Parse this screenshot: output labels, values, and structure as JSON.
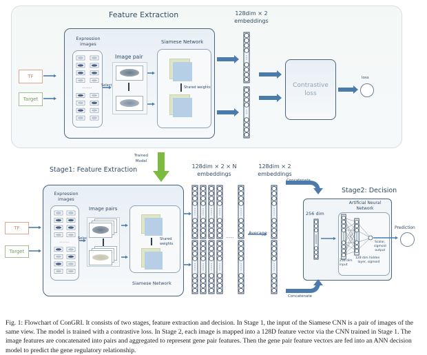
{
  "training": {
    "title": "Feature Extraction",
    "expression_images": "Expression\nimages",
    "image_pair": "Image pair",
    "siamese": "Siamese Network",
    "shared_weights": "Shared weights",
    "select": "Select",
    "embeddings_line1": "128dim × 2",
    "embeddings_line2": "embeddings",
    "contrastive_loss_line1": "Contrastive",
    "contrastive_loss_line2": "loss",
    "loss": "loss",
    "tf": "TF",
    "target": "Target"
  },
  "trained_model": "Trained\nModel",
  "stage1": {
    "title": "Stage1: Feature Extraction",
    "expression_images": "Expression\nimages",
    "image_pairs": "Image pairs",
    "siamese": "Siamese Network",
    "shared_weights": "Shared\nweights",
    "select": "Select",
    "tf": "TF",
    "target": "Target",
    "embN_line1": "128dim × 2 × N",
    "embN_line2": "embeddings",
    "emb2_line1": "128dim × 2",
    "emb2_line2": "embeddings",
    "average": "Average",
    "dots": "......"
  },
  "stage2": {
    "title": "Stage2: Decision",
    "concatenate_top": "Concatenate",
    "concatenate_bottom": "Concatenate",
    "ann_line1": "Artificial Neural",
    "ann_line2": "Network",
    "dim256": "256 dim",
    "input_label": "256 dim\ninput",
    "hidden_label": "128 dim hidden\nlayer, sigmoid",
    "output_label": "Scalar,\nsigmoid\noutput",
    "prediction": "Prediction"
  },
  "colors": {
    "arrow": "#4a7bab",
    "green_arrow": "#7cbb3f",
    "tf_border": "#e0a58a",
    "target_border": "#9cc08e",
    "square_front": "#b6cfe6",
    "square_back": "#dfe6c6"
  },
  "caption": "Fig. 1: Flowchart of ConGRI. It consists of two stages, feature extraction and decision. In Stage 1, the input of the Siamese CNN is a pair of images of the same view. The model is trained with a contrastive loss. In Stage 2, each image is mapped into a 128D feature vector via the CNN trained in Stage 1. The image features are concatenated into pairs and aggregated to represent gene pair features. Then the gene pair feature vectors are fed into an ANN decision model to predict the gene regulatory relationship."
}
